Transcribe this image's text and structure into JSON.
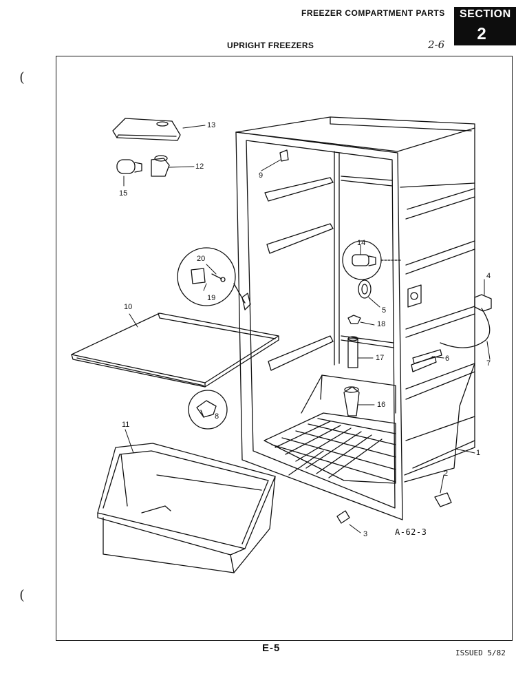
{
  "header": {
    "title": "FREEZER COMPARTMENT PARTS",
    "section_label": "SECTION",
    "section_number": "2",
    "subtitle": "UPRIGHT FREEZERS",
    "handwritten_note": "2-6"
  },
  "diagram": {
    "callouts": [
      "1",
      "2",
      "3",
      "4",
      "5",
      "6",
      "7",
      "8",
      "9",
      "10",
      "11",
      "12",
      "13",
      "14",
      "15",
      "16",
      "17",
      "18",
      "19",
      "20"
    ],
    "reference_code": "A-62-3"
  },
  "footer": {
    "page_number": "E-5",
    "issued": "ISSUED 5/82"
  }
}
